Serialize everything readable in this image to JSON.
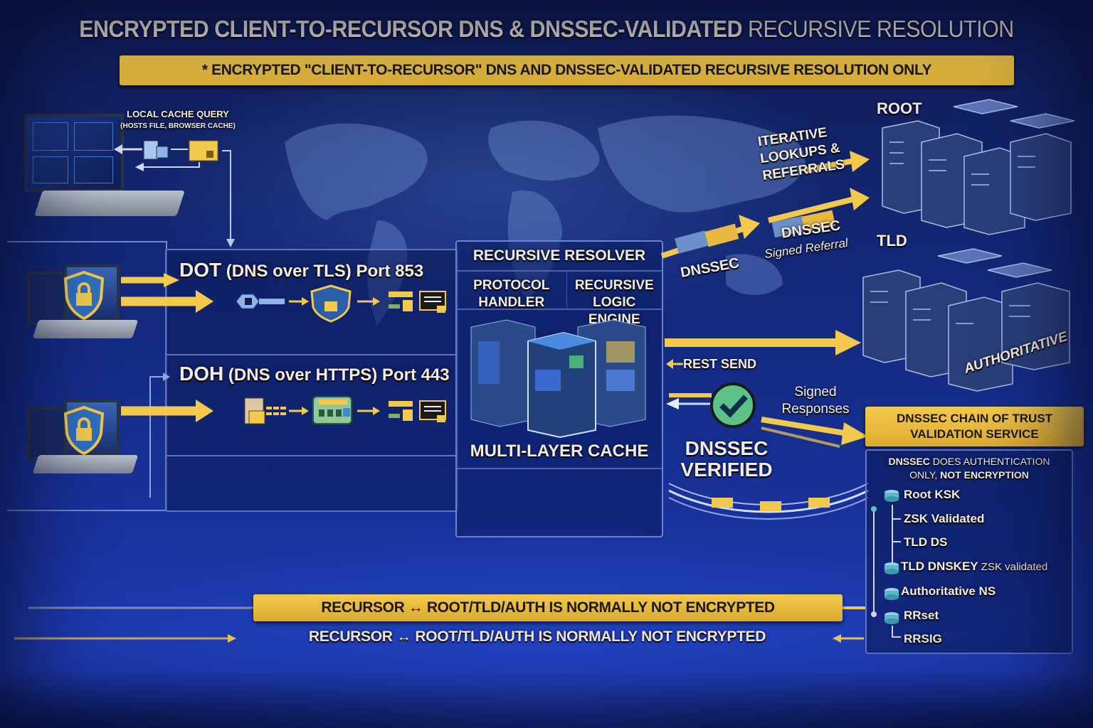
{
  "title": {
    "bold": "ENCRYPTED CLIENT-TO-RECURSOR DNS & DNSSEC-VALIDATED",
    "light": "RECURSIVE RESOLUTION"
  },
  "scope_banner": "* ENCRYPTED \"CLIENT-TO-RECURSOR\" DNS AND DNSSEC-VALIDATED RECURSIVE RESOLUTION ONLY",
  "local_cache": {
    "label": "LOCAL CACHE QUERY",
    "sublabel": "(HOSTS FILE, BROWSER CACHE)"
  },
  "dot": {
    "acronym": "DOT",
    "description": "(DNS over TLS) Port 853",
    "flow_icons": [
      "key-icon",
      "shield-lock-icon",
      "key-lock-icon",
      "document-icon"
    ]
  },
  "doh": {
    "acronym": "DOH",
    "description": "(DNS over HTTPS) Port 443",
    "flow_icons": [
      "file-icon",
      "http-packet-icon",
      "key-lock-icon",
      "document-icon"
    ]
  },
  "resolver": {
    "title": "RECURSIVE RESOLVER",
    "left_component": "PROTOCOL HANDLER",
    "right_component": "RECURSIVE LOGIC ENGINE",
    "cache": "MULTI-LAYER CACHE"
  },
  "flows": {
    "iterative": "ITERATIVE LOOKUPS & REFERRALS",
    "dnssec_1": "DNSSEC",
    "dnssec_2": "DNSSEC",
    "signed_referral": "Signed Referral",
    "rest_send": "REST SEND",
    "signed_responses": "Signed Responses",
    "verified_line1": "DNSSEC",
    "verified_line2": "VERIFIED"
  },
  "servers": {
    "root": "ROOT",
    "tld": "TLD",
    "authoritative": "AUTHORITATIVE"
  },
  "chain_of_trust": {
    "header": "DNSSEC CHAIN OF TRUST VALIDATION SERVICE",
    "note_bold1": "DNSSEC",
    "note_text1": " DOES AUTHENTICATION",
    "note_text2": "ONLY, ",
    "note_bold2": "NOT ENCRYPTION",
    "items": [
      {
        "label": "Root KSK",
        "extra": ""
      },
      {
        "label": "ZSK Validated",
        "extra": ""
      },
      {
        "label": "TLD DS",
        "extra": ""
      },
      {
        "label": "TLD DNSKEY",
        "extra": " ZSK validated"
      },
      {
        "label": "Authoritative NS",
        "extra": ""
      },
      {
        "label": "RRset",
        "extra": ""
      },
      {
        "label": "RRSIG",
        "extra": ""
      }
    ]
  },
  "bottom": {
    "banner": "RECURSOR ↔ ROOT/TLD/AUTH IS NORMALLY NOT ENCRYPTED",
    "text": "RECURSOR ↔ ROOT/TLD/AUTH IS NORMALLY NOT ENCRYPTED"
  },
  "colors": {
    "accent_yellow": "#f2c94c",
    "background_blue": "#132a80",
    "panel_border": "#5a75c8",
    "verified_green": "#4caf7a",
    "text_light": "#f3ece0"
  }
}
